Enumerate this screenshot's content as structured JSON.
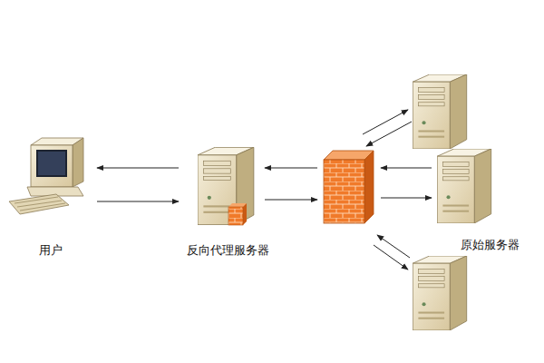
{
  "diagram": {
    "nodes": [
      {
        "text": [
          "用户"
        ]
      },
      {
        "text": [
          "反向代理服务器"
        ]
      },
      {
        "text": [
          "原始服务器"
        ]
      }
    ],
    "edges": [
      {
        "from": 1,
        "to": 0,
        "arrow": "to"
      },
      {
        "from": 0,
        "to": 1,
        "arrow": "to"
      }
    ]
  }
}
